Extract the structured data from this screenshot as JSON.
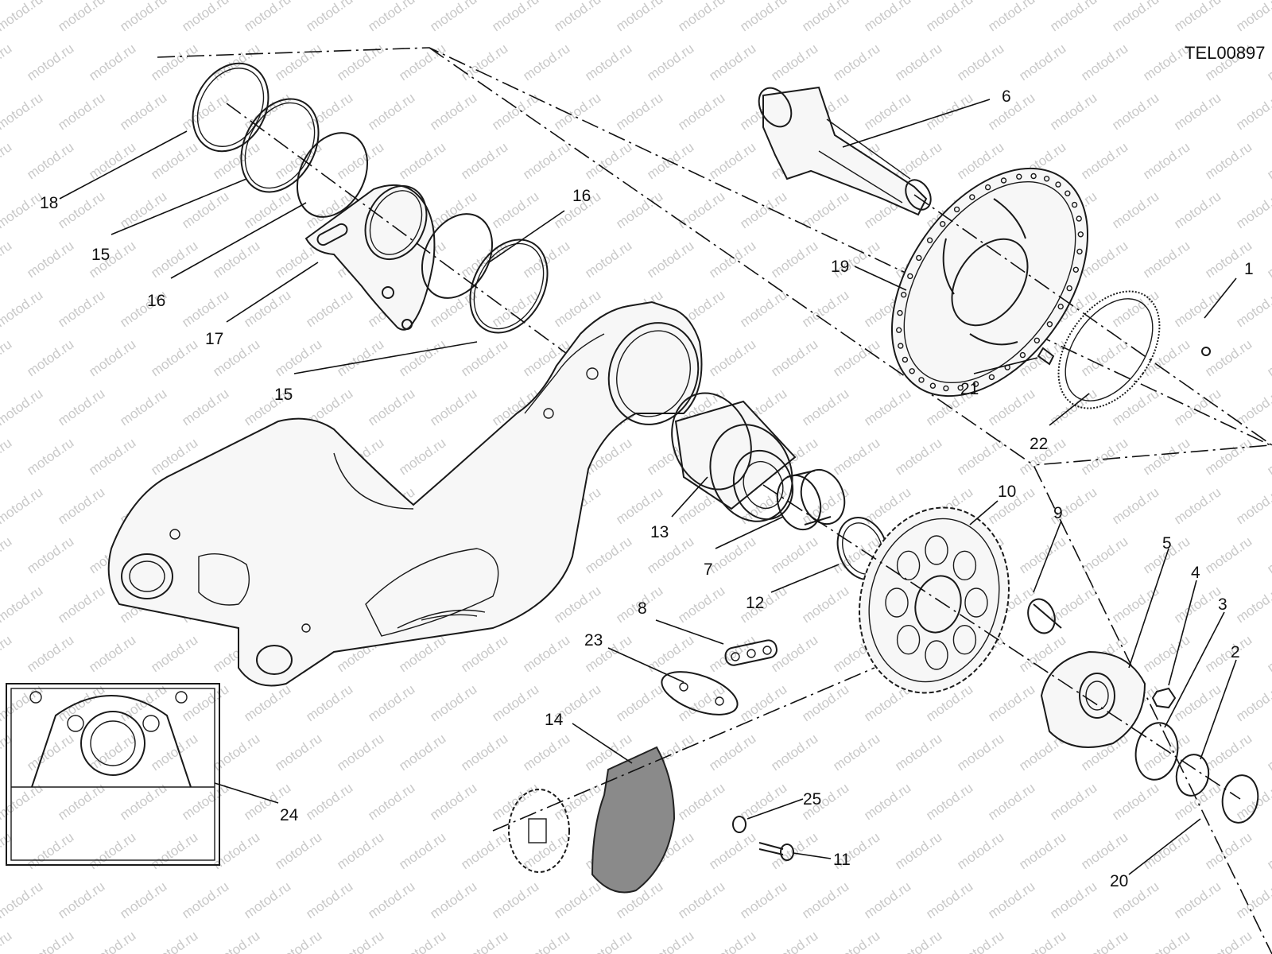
{
  "drawing_code": "TEL00897",
  "watermark": "motod.ru",
  "parts": [
    {
      "id": "p1",
      "number": "1"
    },
    {
      "id": "p2",
      "number": "2"
    },
    {
      "id": "p3",
      "number": "3"
    },
    {
      "id": "p4",
      "number": "4"
    },
    {
      "id": "p5",
      "number": "5"
    },
    {
      "id": "p6",
      "number": "6"
    },
    {
      "id": "p7",
      "number": "7"
    },
    {
      "id": "p8",
      "number": "8"
    },
    {
      "id": "p9",
      "number": "9"
    },
    {
      "id": "p10",
      "number": "10"
    },
    {
      "id": "p11",
      "number": "11"
    },
    {
      "id": "p12",
      "number": "12"
    },
    {
      "id": "p13",
      "number": "13"
    },
    {
      "id": "p14",
      "number": "14"
    },
    {
      "id": "p15a",
      "number": "15"
    },
    {
      "id": "p15b",
      "number": "15"
    },
    {
      "id": "p16a",
      "number": "16"
    },
    {
      "id": "p16b",
      "number": "16"
    },
    {
      "id": "p17",
      "number": "17"
    },
    {
      "id": "p18",
      "number": "18"
    },
    {
      "id": "p19",
      "number": "19"
    },
    {
      "id": "p20",
      "number": "20"
    },
    {
      "id": "p21",
      "number": "21"
    },
    {
      "id": "p22",
      "number": "22"
    },
    {
      "id": "p23",
      "number": "23"
    },
    {
      "id": "p24",
      "number": "24"
    },
    {
      "id": "p25",
      "number": "25"
    }
  ]
}
